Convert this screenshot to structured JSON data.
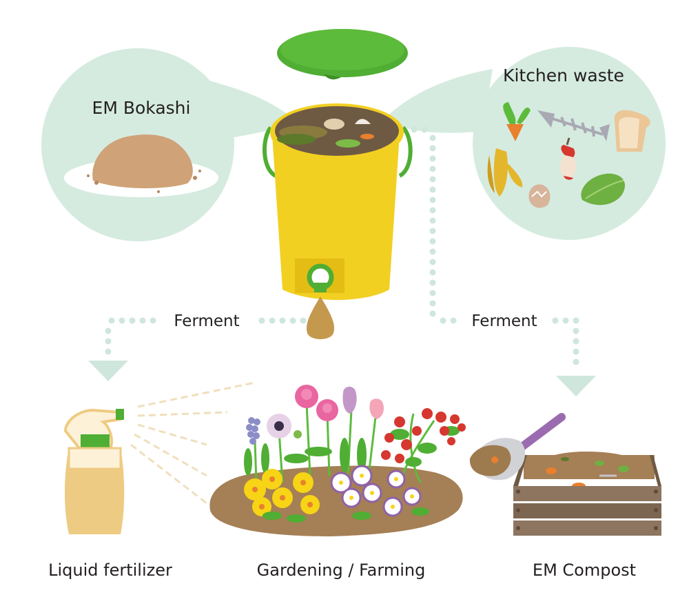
{
  "labels": {
    "bokashi": "EM Bokashi",
    "kitchen_waste": "Kitchen waste",
    "ferment_left": "Ferment",
    "ferment_right": "Ferment",
    "liquid_fertilizer": "Liquid fertilizer",
    "gardening": "Gardening / Farming",
    "compost": "EM Compost"
  },
  "colors": {
    "bubble": "#d5ebe0",
    "bucket_yellow": "#f2d022",
    "lid_green": "#4fae33",
    "soil": "#a57f55",
    "bokashi_powder": "#cfa277",
    "liquid": "#eecb82",
    "crate": "#8d7560",
    "dots": "#cfe6dc"
  }
}
